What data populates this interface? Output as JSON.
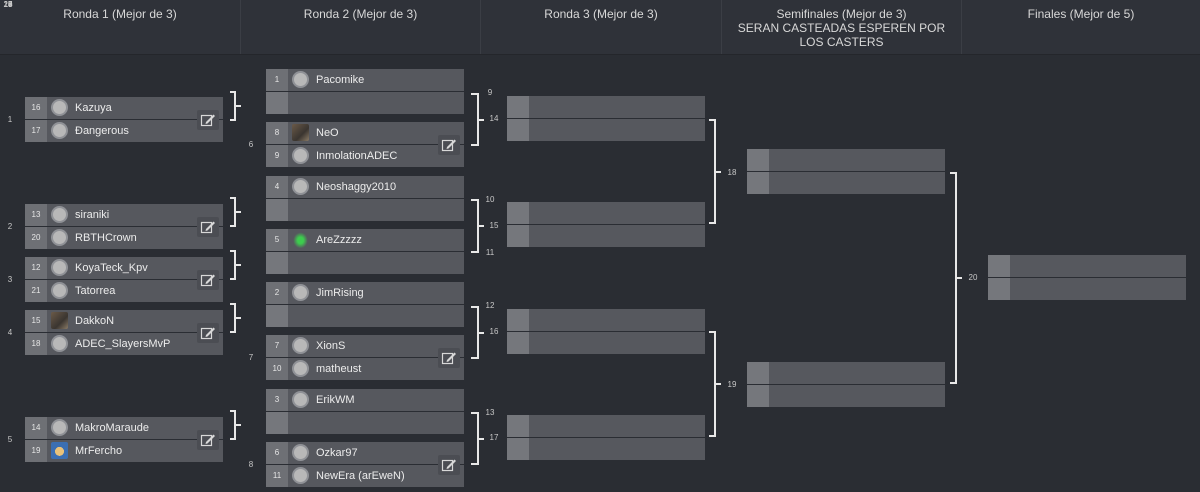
{
  "rounds": [
    {
      "title": "Ronda 1 (Mejor de 3)"
    },
    {
      "title": "Ronda 2 (Mejor de 3)"
    },
    {
      "title": "Ronda 3 (Mejor de 3)"
    },
    {
      "title": "Semifinales (Mejor de 3)\nSERAN CASTEADAS ESPEREN POR\nLOS CASTERS"
    },
    {
      "title": "Finales (Mejor de 5)"
    }
  ],
  "matches": [
    {
      "id": "1",
      "top": {
        "seed": "16",
        "name": "Kazuya",
        "avatar": "round"
      },
      "bottom": {
        "seed": "17",
        "name": "Ðangerous",
        "avatar": "round"
      },
      "edit": true
    },
    {
      "id": "2",
      "top": {
        "seed": "13",
        "name": "siraniki",
        "avatar": "round"
      },
      "bottom": {
        "seed": "20",
        "name": "RBTHCrown",
        "avatar": "round"
      },
      "edit": true
    },
    {
      "id": "3",
      "top": {
        "seed": "12",
        "name": "KoyaTeck_Kpv",
        "avatar": "round"
      },
      "bottom": {
        "seed": "21",
        "name": "Tatorrea",
        "avatar": "round"
      },
      "edit": true
    },
    {
      "id": "4",
      "top": {
        "seed": "15",
        "name": "DakkoN",
        "avatar": "photo"
      },
      "bottom": {
        "seed": "18",
        "name": "ADEC_SlayersMvP",
        "avatar": "round"
      },
      "edit": true
    },
    {
      "id": "5",
      "top": {
        "seed": "14",
        "name": "MakroMaraude",
        "avatar": "round"
      },
      "bottom": {
        "seed": "19",
        "name": "MrFercho",
        "avatar": "yellow"
      },
      "edit": true
    },
    {
      "id": "9",
      "top": {
        "seed": "1",
        "name": "Pacomike",
        "avatar": "round"
      },
      "bottom": {
        "seed": "",
        "name": "",
        "avatar": ""
      },
      "edit": false
    },
    {
      "id": "6",
      "top": {
        "seed": "8",
        "name": "NeO",
        "avatar": "photo"
      },
      "bottom": {
        "seed": "9",
        "name": "InmolationADEC",
        "avatar": "round"
      },
      "edit": true
    },
    {
      "id": "10",
      "top": {
        "seed": "4",
        "name": "Neoshaggy2010",
        "avatar": "round"
      },
      "bottom": {
        "seed": "",
        "name": "",
        "avatar": ""
      },
      "edit": false
    },
    {
      "id": "11",
      "top": {
        "seed": "5",
        "name": "AreZzzzz",
        "avatar": "green"
      },
      "bottom": {
        "seed": "",
        "name": "",
        "avatar": ""
      },
      "edit": false
    },
    {
      "id": "12",
      "top": {
        "seed": "2",
        "name": "JimRising",
        "avatar": "round"
      },
      "bottom": {
        "seed": "",
        "name": "",
        "avatar": ""
      },
      "edit": false
    },
    {
      "id": "7",
      "top": {
        "seed": "7",
        "name": "XionS",
        "avatar": "round"
      },
      "bottom": {
        "seed": "10",
        "name": "matheust",
        "avatar": "round"
      },
      "edit": true
    },
    {
      "id": "13",
      "top": {
        "seed": "3",
        "name": "ErikWM",
        "avatar": "round"
      },
      "bottom": {
        "seed": "",
        "name": "",
        "avatar": ""
      },
      "edit": false
    },
    {
      "id": "8",
      "top": {
        "seed": "6",
        "name": "Ozkar97",
        "avatar": "round"
      },
      "bottom": {
        "seed": "11",
        "name": "NewEra (arEweN)",
        "avatar": "round"
      },
      "edit": true
    },
    {
      "id": "14",
      "top": {
        "seed": "",
        "name": "",
        "avatar": ""
      },
      "bottom": {
        "seed": "",
        "name": "",
        "avatar": ""
      },
      "edit": false
    },
    {
      "id": "15",
      "top": {
        "seed": "",
        "name": "",
        "avatar": ""
      },
      "bottom": {
        "seed": "",
        "name": "",
        "avatar": ""
      },
      "edit": false
    },
    {
      "id": "16",
      "top": {
        "seed": "",
        "name": "",
        "avatar": ""
      },
      "bottom": {
        "seed": "",
        "name": "",
        "avatar": ""
      },
      "edit": false
    },
    {
      "id": "17",
      "top": {
        "seed": "",
        "name": "",
        "avatar": ""
      },
      "bottom": {
        "seed": "",
        "name": "",
        "avatar": ""
      },
      "edit": false
    },
    {
      "id": "18",
      "top": {
        "seed": "",
        "name": "",
        "avatar": ""
      },
      "bottom": {
        "seed": "",
        "name": "",
        "avatar": ""
      },
      "edit": false
    },
    {
      "id": "19",
      "top": {
        "seed": "",
        "name": "",
        "avatar": ""
      },
      "bottom": {
        "seed": "",
        "name": "",
        "avatar": ""
      },
      "edit": false
    },
    {
      "id": "20",
      "top": {
        "seed": "",
        "name": "",
        "avatar": ""
      },
      "bottom": {
        "seed": "",
        "name": "",
        "avatar": ""
      },
      "edit": false
    }
  ],
  "colors": {
    "background": "#2a2d33",
    "header": "#2f3239",
    "slot": "#56585e",
    "seed_box": "#6e7075",
    "connector": "#e8e8e8",
    "text": "#ececec"
  },
  "icons": {
    "edit": "edit-pencil-icon",
    "avatar": "player-avatar-icon"
  }
}
